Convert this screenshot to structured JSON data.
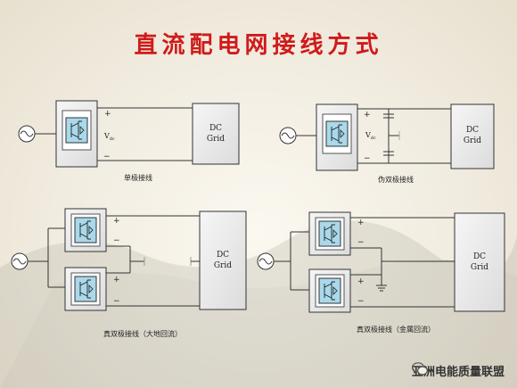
{
  "slide": {
    "title": "直流配电网接线方式"
  },
  "captions": {
    "unipolar": "单极接线",
    "pseudo_bipolar": "伪双极接线",
    "bipolar_ground": "真双极接线（大地回流）",
    "bipolar_metal": "真双极接线（金属回流）"
  },
  "diagram_labels": {
    "dc": "DC",
    "grid": "Grid",
    "plus": "+",
    "minus": "−",
    "vdc_v": "V",
    "vdc_sub": "dc"
  },
  "watermark": {
    "text": "亚洲电能质量联盟",
    "icon": "wechat-icon"
  },
  "colors": {
    "title": "#d01a1a",
    "converter_fill": "#a9d9ea",
    "line": "#333333"
  }
}
